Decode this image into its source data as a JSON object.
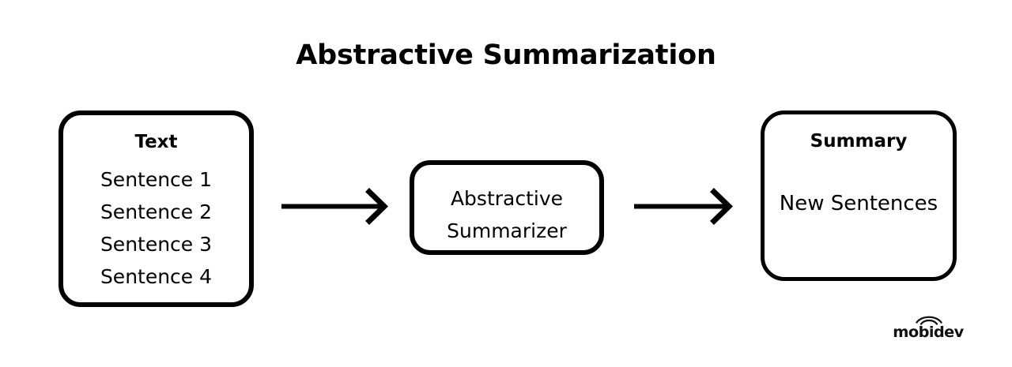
{
  "diagram": {
    "title": "Abstractive Summarization",
    "background_color": "#ffffff",
    "stroke_color": "#000000",
    "nodes": [
      {
        "id": "text",
        "heading": "Text",
        "lines": [
          "Sentence 1",
          "Sentence 2",
          "Sentence 3",
          "Sentence 4"
        ]
      },
      {
        "id": "summarizer",
        "heading": "",
        "lines": [
          "Abstractive",
          "Summarizer"
        ]
      },
      {
        "id": "summary",
        "heading": "Summary",
        "lines": [
          "New Sentences"
        ]
      }
    ],
    "connectors": [
      {
        "id": "arrow-1",
        "from": "text",
        "to": "summarizer",
        "label": ""
      },
      {
        "id": "arrow-2",
        "from": "summarizer",
        "to": "summary",
        "label": ""
      }
    ]
  },
  "branding": {
    "wordmark": "mobidev",
    "icon": "signal-arc-icon"
  }
}
